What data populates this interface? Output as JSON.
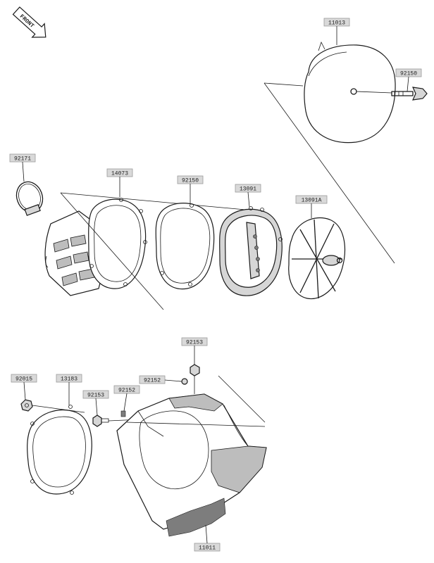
{
  "front_marker": {
    "text": "FRONT",
    "icon": "front-arrow-icon"
  },
  "parts": {
    "air_cleaner_element_outer": "11013",
    "wing_bolt_top": "92150",
    "band_clamp": "92171",
    "holder_gasket": "14073",
    "element_gasket": "92150",
    "element_holder": "13091",
    "element_holder_frame": "13091A",
    "bolt_top": "92153",
    "washer_left": "92015",
    "cover_gasket": "13183",
    "collar": "92152",
    "bolt_left": "92153",
    "spacer": "92152",
    "air_cleaner_housing": "11011"
  }
}
